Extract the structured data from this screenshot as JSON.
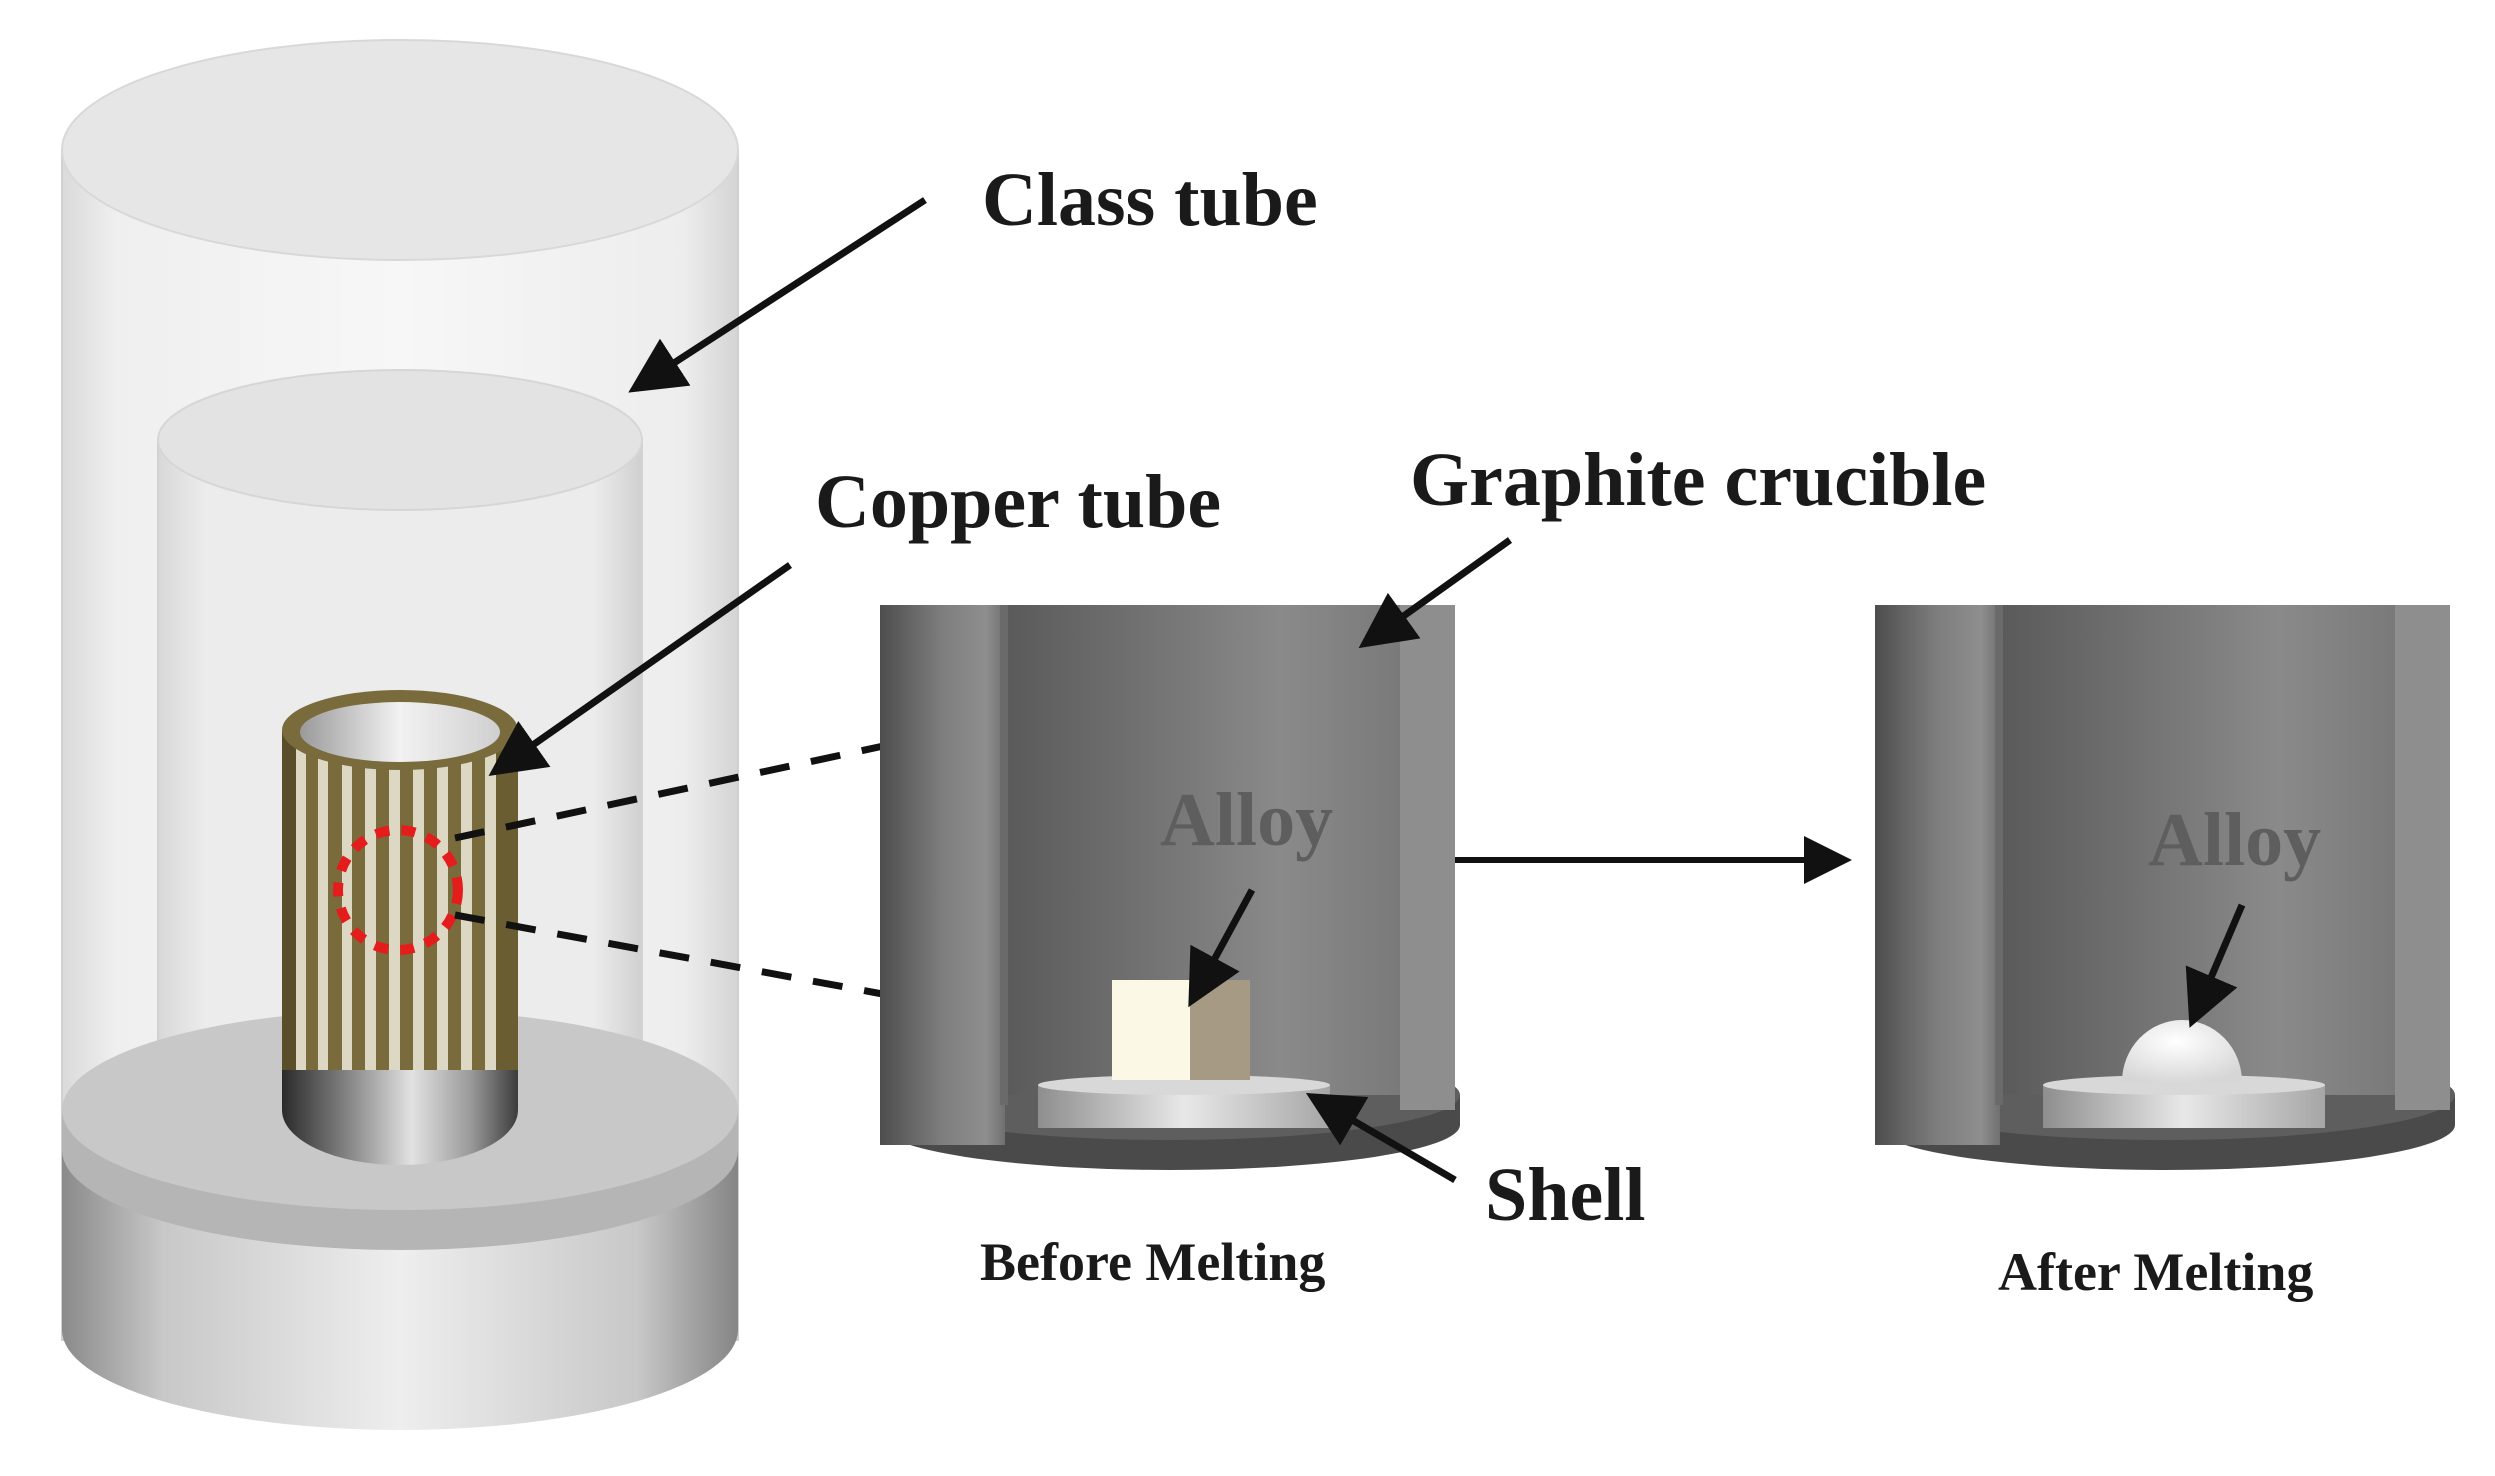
{
  "labels": {
    "glass_tube": "Class tube",
    "copper_tube": "Copper tube",
    "graphite_crucible": "Graphite crucible",
    "alloy_before": "Alloy",
    "alloy_after": "Alloy",
    "shell": "Shell",
    "before_melting": "Before Melting",
    "after_melting": "After Melting"
  },
  "colors": {
    "glass": "#eeeeee",
    "crucible": "#6b6b6b",
    "copper_stripe": "#7a6b3c",
    "highlight_circle": "#e51c1c",
    "alloy_cube_light": "#fbf8e6",
    "alloy_cube_dark": "#a79a84",
    "alloy_bead": "#f2f2f2"
  }
}
